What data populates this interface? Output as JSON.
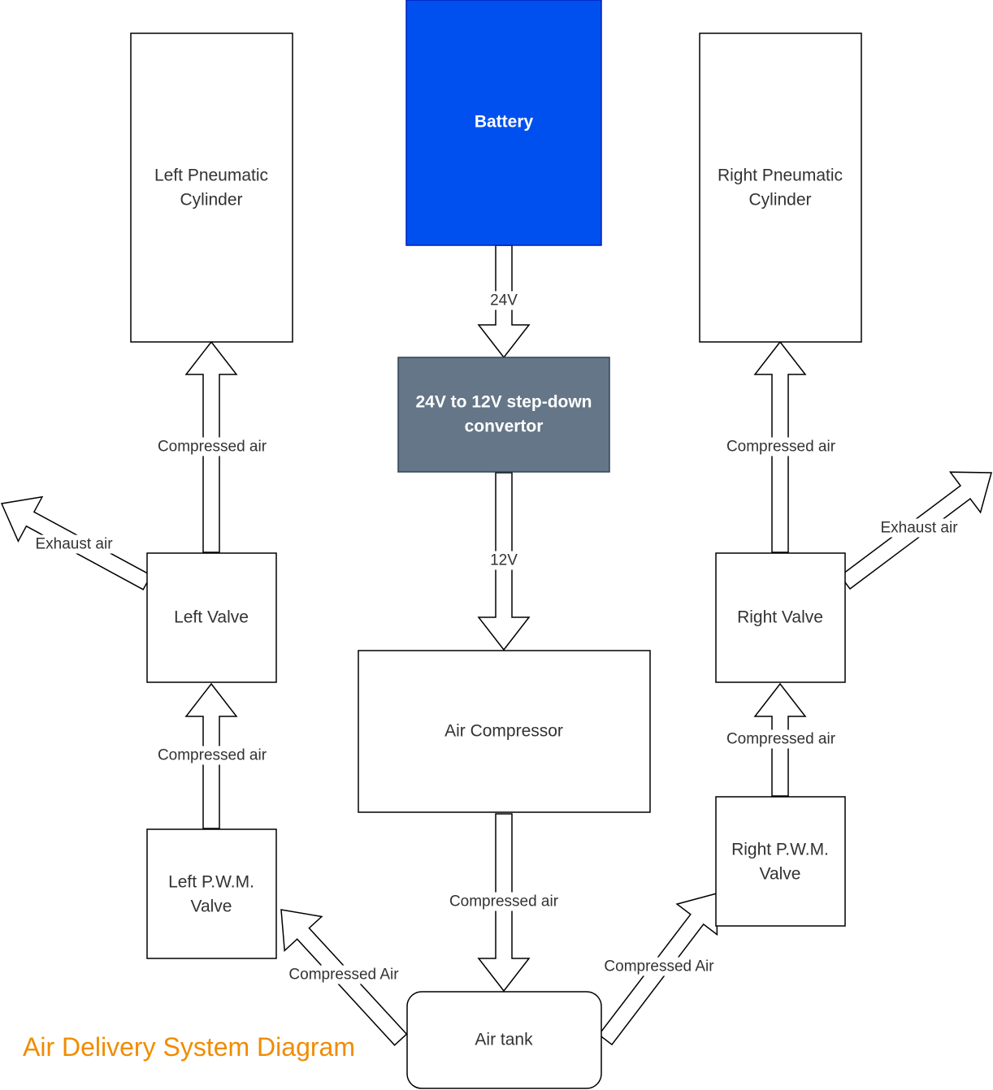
{
  "title": "Air Delivery System Diagram",
  "colors": {
    "title": "#F08C00",
    "battery_fill": "#0050EF",
    "battery_stroke": "#001DBC",
    "convertor_fill": "#647687",
    "convertor_stroke": "#314354",
    "outline": "#000000",
    "text": "#333333",
    "light_text": "#FFFFFF"
  },
  "nodes": {
    "battery": [
      "Battery"
    ],
    "convertor": [
      "24V to 12V step-down",
      "convertor"
    ],
    "left_cylinder": [
      "Left Pneumatic",
      "Cylinder"
    ],
    "right_cylinder": [
      "Right Pneumatic",
      "Cylinder"
    ],
    "left_valve": [
      "Left Valve"
    ],
    "right_valve": [
      "Right Valve"
    ],
    "compressor": [
      "Air Compressor"
    ],
    "left_pwm": [
      "Left P.W.M.",
      "Valve"
    ],
    "right_pwm": [
      "Right P.W.M.",
      "Valve"
    ],
    "tank": [
      "Air tank"
    ]
  },
  "edges": {
    "battery_to_convertor": "24V",
    "convertor_to_compressor": "12V",
    "compressor_to_tank": "Compressed air",
    "tank_to_left_pwm": "Compressed Air",
    "tank_to_right_pwm": "Compressed Air",
    "left_pwm_to_left_valve": "Compressed air",
    "right_pwm_to_right_valve": "Compressed air",
    "left_valve_to_left_cylinder": "Compressed air",
    "right_valve_to_right_cylinder": "Compressed air",
    "left_valve_exhaust": "Exhaust air",
    "right_valve_exhaust": "Exhaust air"
  }
}
